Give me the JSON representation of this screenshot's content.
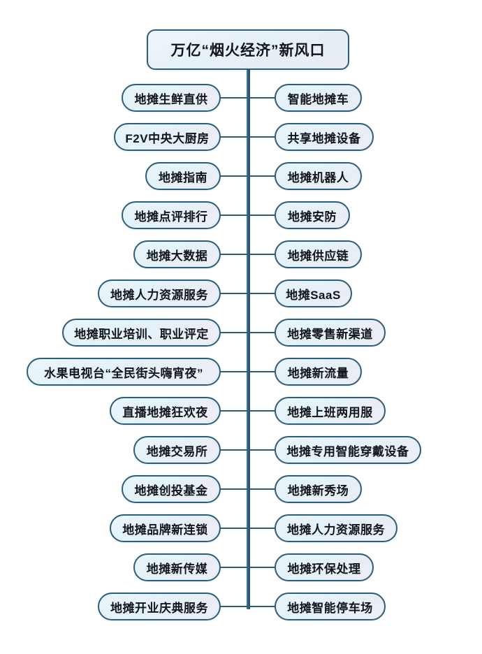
{
  "diagram": {
    "type": "mind-map",
    "title": "万亿“烟火经济”新风口",
    "orientation": "double-sided vertical spine",
    "accent_color": "#2d5d7d",
    "spine_color": "#2f5f85",
    "node_fill": "#e6f2f9",
    "background": "#ffffff",
    "left_branch_count": 14,
    "right_branch_count": 14
  },
  "left_branches": [
    {
      "label": "地摊生鲜直供"
    },
    {
      "label": "F2V中央大厨房"
    },
    {
      "label": "地摊指南"
    },
    {
      "label": "地摊点评排行"
    },
    {
      "label": "地摊大数据"
    },
    {
      "label": "地摊人力资源服务"
    },
    {
      "label": "地摊职业培训、职业评定"
    },
    {
      "label": "水果电视台“全民街头嗨宵夜”"
    },
    {
      "label": "直播地摊狂欢夜"
    },
    {
      "label": "地摊交易所"
    },
    {
      "label": "地摊创投基金"
    },
    {
      "label": "地摊品牌新连锁"
    },
    {
      "label": "地摊新传媒"
    },
    {
      "label": "地摊开业庆典服务"
    }
  ],
  "right_branches": [
    {
      "label": "智能地摊车"
    },
    {
      "label": "共享地摊设备"
    },
    {
      "label": "地摊机器人"
    },
    {
      "label": "地摊安防"
    },
    {
      "label": "地摊供应链"
    },
    {
      "label": "地摊SaaS"
    },
    {
      "label": "地摊零售新渠道"
    },
    {
      "label": "地摊新流量"
    },
    {
      "label": "地摊上班两用服"
    },
    {
      "label": "地摊专用智能穿戴设备"
    },
    {
      "label": "地摊新秀场"
    },
    {
      "label": "地摊人力资源服务"
    },
    {
      "label": "地摊环保处理"
    },
    {
      "label": "地摊智能停车场"
    }
  ]
}
